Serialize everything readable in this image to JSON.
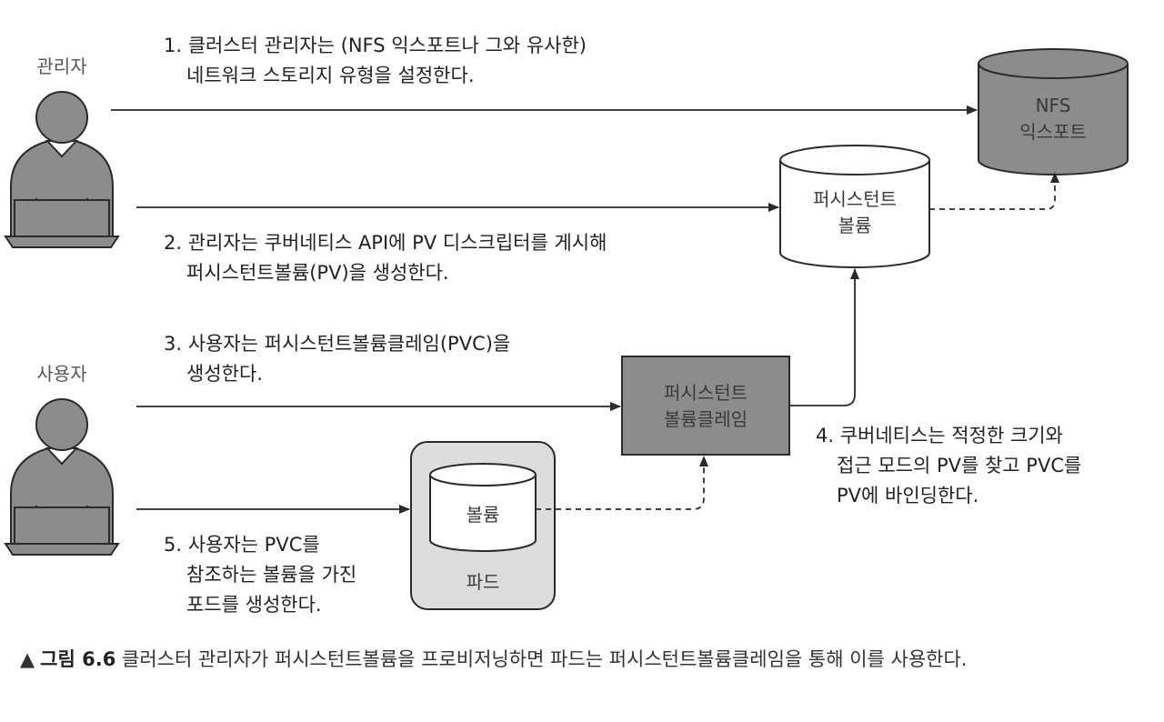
{
  "actors": {
    "admin": "관리자",
    "user": "사용자"
  },
  "nodes": {
    "nfs": [
      "NFS",
      "익스포트"
    ],
    "pv": [
      "퍼시스턴트",
      "볼륨"
    ],
    "pvc": [
      "퍼시스턴트",
      "볼륨클레임"
    ],
    "pod_volume": "볼륨",
    "pod": "파드"
  },
  "steps": {
    "s1": [
      "1. 클러스터 관리자는 (NFS 익스포트나 그와 유사한)",
      "네트워크 스토리지 유형을 설정한다."
    ],
    "s2": [
      "2. 관리자는 쿠버네티스 API에 PV 디스크립터를 게시해",
      "퍼시스턴트볼륨(PV)을 생성한다."
    ],
    "s3": [
      "3. 사용자는 퍼시스턴트볼륨클레임(PVC)을",
      "생성한다."
    ],
    "s4": [
      "4. 쿠버네티스는 적정한 크기와",
      "접근 모드의 PV를 찾고 PVC를",
      "PV에 바인딩한다."
    ],
    "s5": [
      "5. 사용자는 PVC를",
      "참조하는 볼륨을 가진",
      "포드를 생성한다."
    ]
  },
  "caption": {
    "marker": "▲",
    "figure": "그림 6.6",
    "text": "클러스터 관리자가 퍼시스턴트볼륨을 프로비저닝하면 파드는 퍼시스턴트볼륨클레임을 통해 이를 사용한다."
  },
  "colors": {
    "dark_fill": "#8c8c8c",
    "light_fill": "#ffffff",
    "pod_fill": "#dddddd",
    "stroke": "#2a2a2a"
  }
}
